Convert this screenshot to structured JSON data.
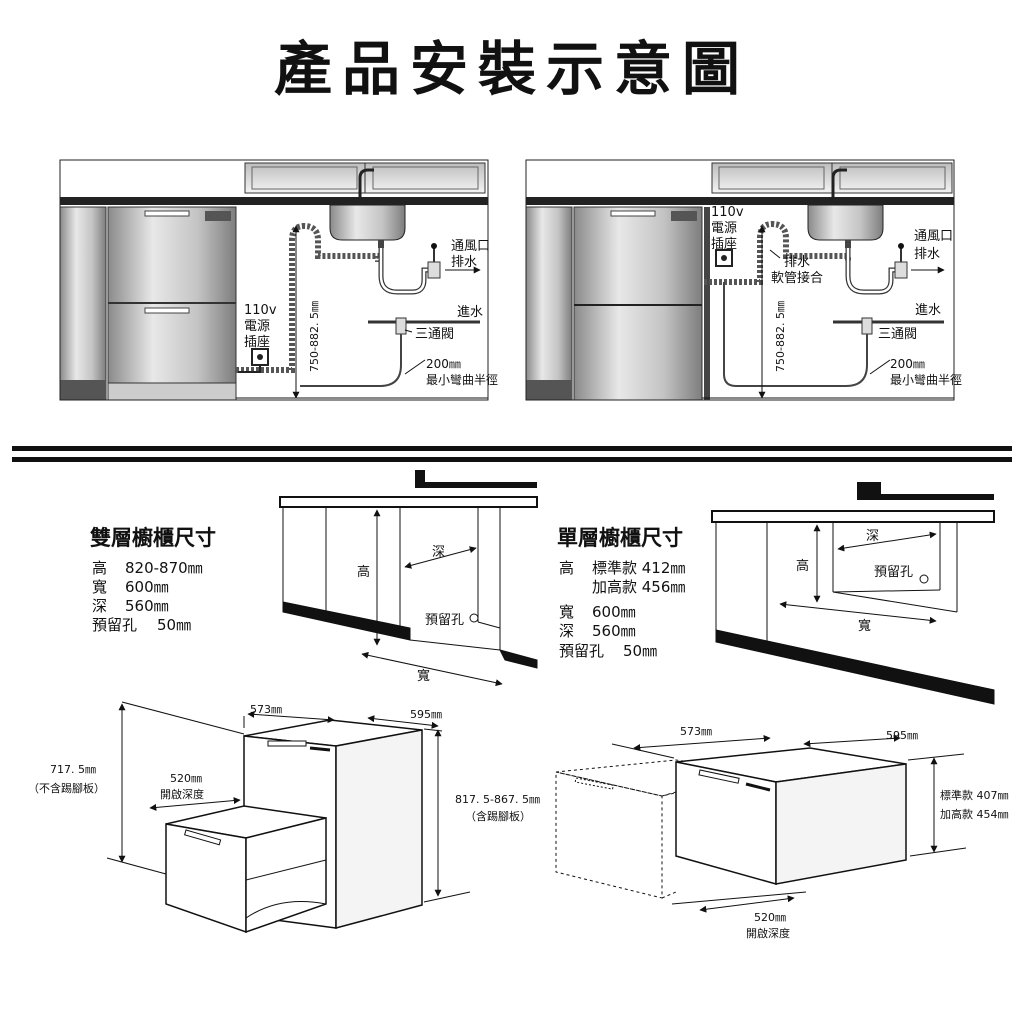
{
  "title": "產品安裝示意圖",
  "install": {
    "left": {
      "outlet_voltage": "110v",
      "outlet_line1": "電源",
      "outlet_line2": "插座",
      "vent": "通風口",
      "drain": "排水",
      "inlet": "進水",
      "valve": "三通閥",
      "bend_radius": "200㎜",
      "bend_label": "最小彎曲半徑",
      "height_range": "750-882. 5㎜"
    },
    "right": {
      "outlet_voltage": "110v",
      "outlet_line1": "電源",
      "outlet_line2": "插座",
      "drain_hose": "排水",
      "hose_joint": "軟管接合",
      "vent": "通風口",
      "drain": "排水",
      "inlet": "進水",
      "valve": "三通閥",
      "bend_radius": "200㎜",
      "bend_label": "最小彎曲半徑",
      "height_range": "750-882. 5㎜"
    }
  },
  "double": {
    "heading": "雙層櫥櫃尺寸",
    "specs": [
      {
        "label": "高",
        "value": "820-870㎜"
      },
      {
        "label": "寬",
        "value": "600㎜"
      },
      {
        "label": "深",
        "value": "560㎜"
      },
      {
        "label": "預留孔",
        "value": "50㎜"
      }
    ],
    "cab_labels": {
      "height": "高",
      "depth": "深",
      "hole": "預留孔",
      "width": "寬"
    },
    "dims": {
      "depth": "573㎜",
      "width": "595㎜",
      "height": "717. 5㎜",
      "height_note": "（不含踢腳板）",
      "open_depth": "520㎜",
      "open_depth_label": "開啟深度",
      "total_height": "817. 5-867. 5㎜",
      "total_height_note": "（含踢腳板）"
    }
  },
  "single": {
    "heading": "單層櫥櫃尺寸",
    "specs": [
      {
        "label": "高",
        "value": "標準款 412㎜"
      },
      {
        "label": "",
        "value": "加高款 456㎜"
      },
      {
        "label": "寬",
        "value": "600㎜"
      },
      {
        "label": "深",
        "value": "560㎜"
      },
      {
        "label": "預留孔",
        "value": "50㎜"
      }
    ],
    "cab_labels": {
      "height": "高",
      "depth": "深",
      "hole": "預留孔",
      "width": "寬"
    },
    "dims": {
      "depth": "573㎜",
      "width": "595㎜",
      "standard": "標準款  407㎜",
      "tall": "加高款  454㎜",
      "open_depth": "520㎜",
      "open_depth_label": "開啟深度"
    }
  }
}
